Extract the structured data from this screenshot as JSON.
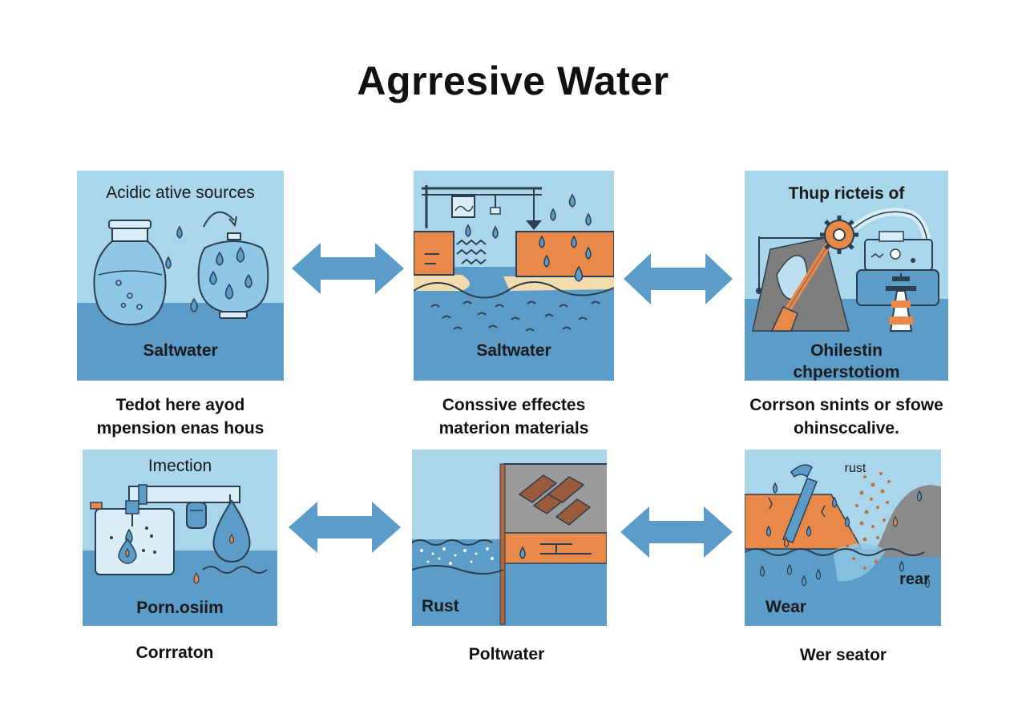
{
  "title": "Agrresive Water",
  "panels": [
    {
      "top": "Acidic ative sources",
      "bottom": "Saltwater"
    },
    {
      "bottom": "Saltwater"
    },
    {
      "top": "Thup ricteis of",
      "bottom_line1": "Ohilestin",
      "bottom_line2": "chperstotiom"
    },
    {
      "top": "Imection",
      "bottom": "Porn.osiim"
    },
    {
      "bottom": "Rust"
    },
    {
      "top": "rust",
      "right_label": "rear",
      "bottom": "Wear"
    }
  ],
  "captions": [
    {
      "line1": "Tedot here ayod",
      "line2": "mpension enas hous"
    },
    {
      "line1": "Conssive effectes",
      "line2": "materion materials"
    },
    {
      "line1": "Corrson snints or sfowe",
      "line2": "ohinsccalive."
    },
    {
      "line1": "Corrraton"
    },
    {
      "line1": "Poltwater"
    },
    {
      "line1": "Wer seator"
    }
  ],
  "colors": {
    "sky": "#a9d6ea",
    "water": "#5b9cc9",
    "orange": "#e8894a",
    "arrow": "#5b9cc9",
    "outline": "#2c3e50"
  },
  "arrows": [
    "double-arrow",
    "double-arrow",
    "double-arrow",
    "double-arrow"
  ]
}
